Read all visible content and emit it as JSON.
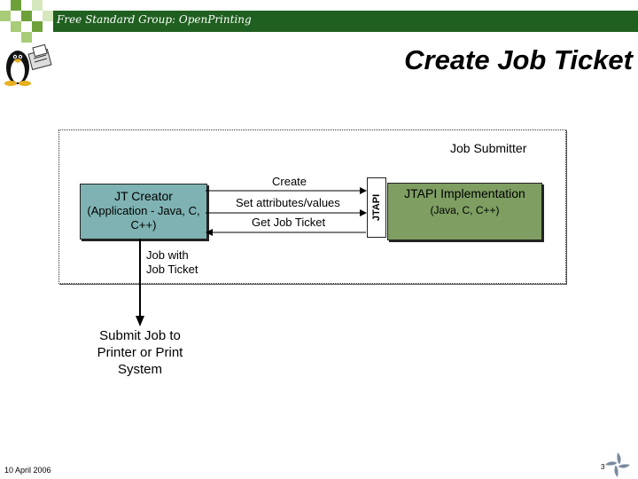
{
  "header": {
    "group_name": "Free Standard Group: OpenPrinting"
  },
  "slide": {
    "title": "Create Job Ticket"
  },
  "diagram": {
    "job_submitter_label": "Job Submitter",
    "jt_creator": {
      "title": "JT Creator",
      "subtitle": "(Application - Java, C, C++)"
    },
    "messages": {
      "create": "Create",
      "set_attributes": "Set attributes/values",
      "get_ticket": "Get Job Ticket"
    },
    "jtapi_bar_label": "JTAPI",
    "jtapi_impl": {
      "title": "JTAPI Implementation",
      "subtitle": "(Java, C, C++)"
    },
    "job_with_ticket": "Job with Job Ticket",
    "submit_target": "Submit Job to Printer or Print System"
  },
  "footer": {
    "date": "10 April 2006",
    "page_number": "3"
  },
  "colors": {
    "header_band": "#1f5f1f",
    "jt_creator_fill": "#7fb2b2",
    "jtapi_impl_fill": "#7e9e62"
  }
}
